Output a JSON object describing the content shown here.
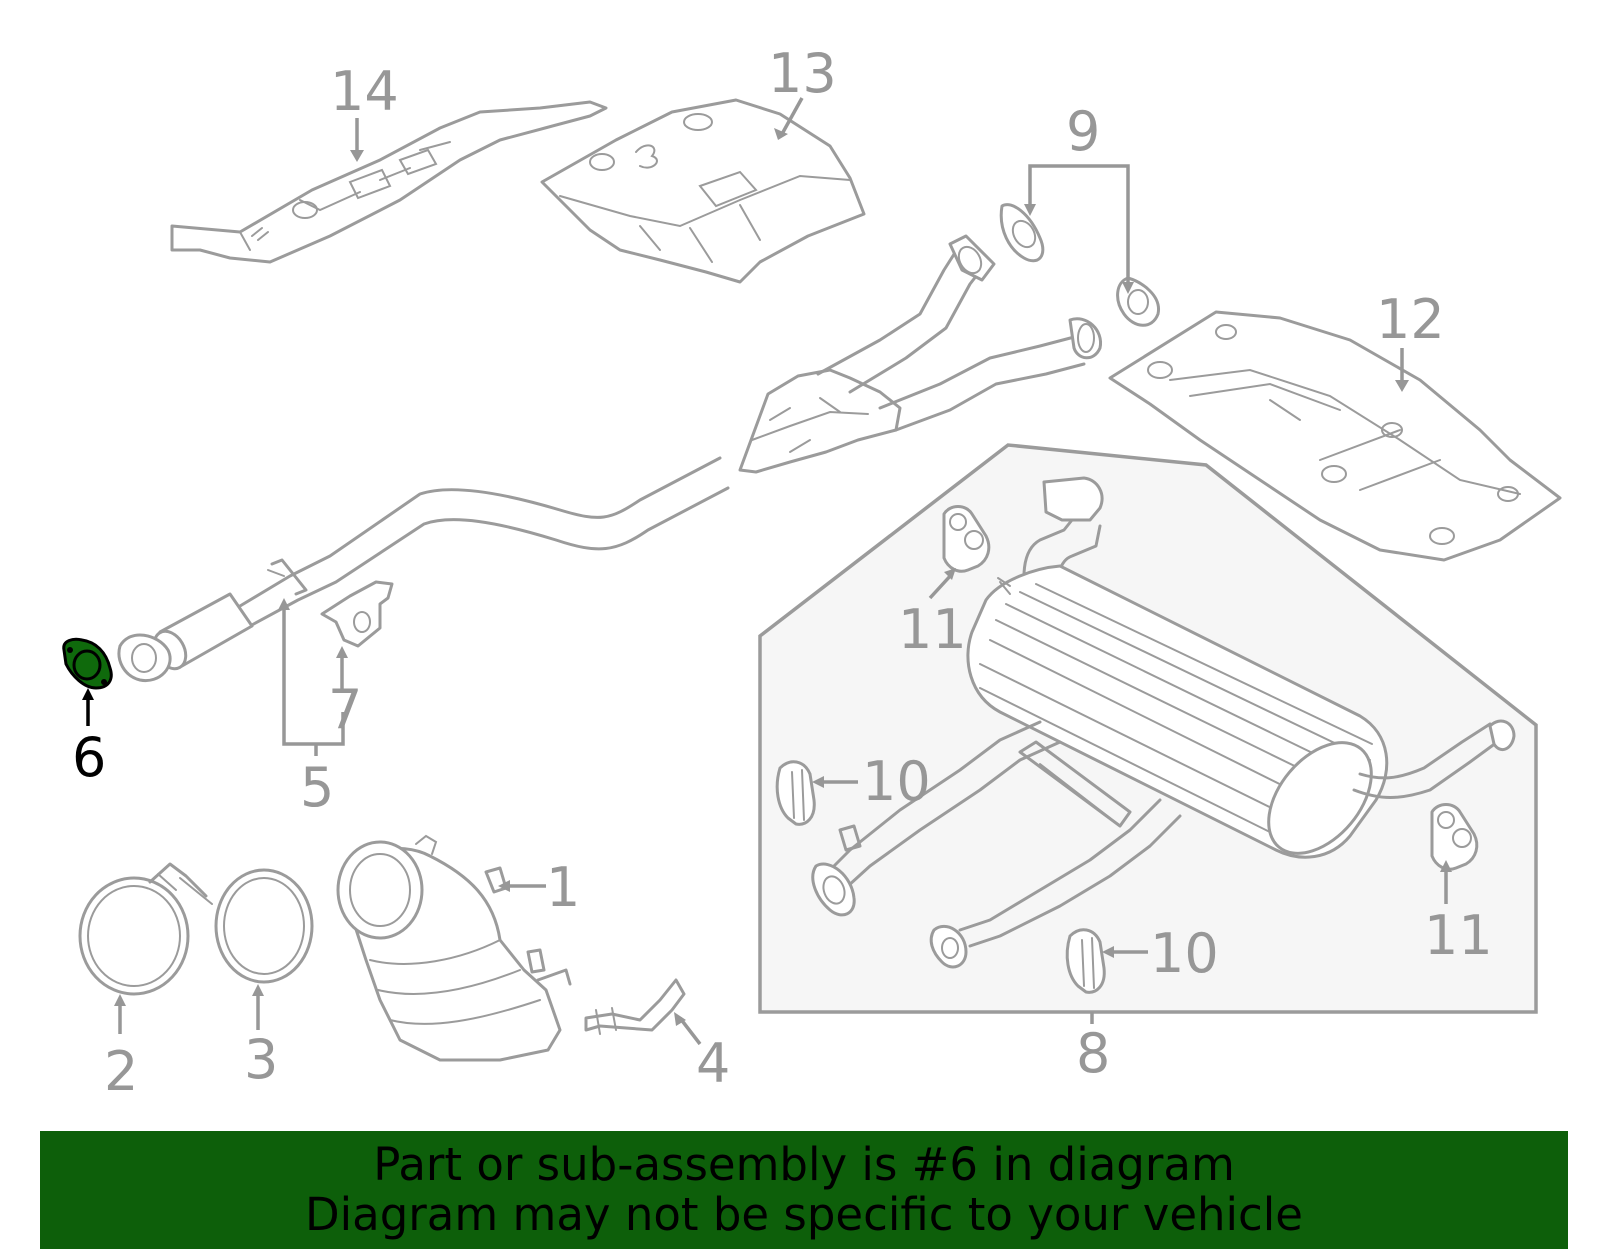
{
  "callouts": [
    {
      "id": "1",
      "label": "1"
    },
    {
      "id": "2",
      "label": "2"
    },
    {
      "id": "3",
      "label": "3"
    },
    {
      "id": "4",
      "label": "4"
    },
    {
      "id": "5",
      "label": "5"
    },
    {
      "id": "6",
      "label": "6",
      "highlighted": true
    },
    {
      "id": "7",
      "label": "7"
    },
    {
      "id": "8",
      "label": "8"
    },
    {
      "id": "9",
      "label": "9"
    },
    {
      "id": "10a",
      "label": "10"
    },
    {
      "id": "10b",
      "label": "10"
    },
    {
      "id": "11a",
      "label": "11"
    },
    {
      "id": "11b",
      "label": "11"
    },
    {
      "id": "12",
      "label": "12"
    },
    {
      "id": "13",
      "label": "13"
    },
    {
      "id": "14",
      "label": "14"
    }
  ],
  "colors": {
    "line": "#9b9b9b",
    "highlight_part": "#0f6a0c",
    "highlight_label": "#000000",
    "banner_bg": "#0d5f0a",
    "inset_bg": "#f6f6f6"
  },
  "banner": {
    "line1": "Part or sub-assembly is #6 in diagram",
    "line2": "Diagram may not be specific to your vehicle"
  }
}
